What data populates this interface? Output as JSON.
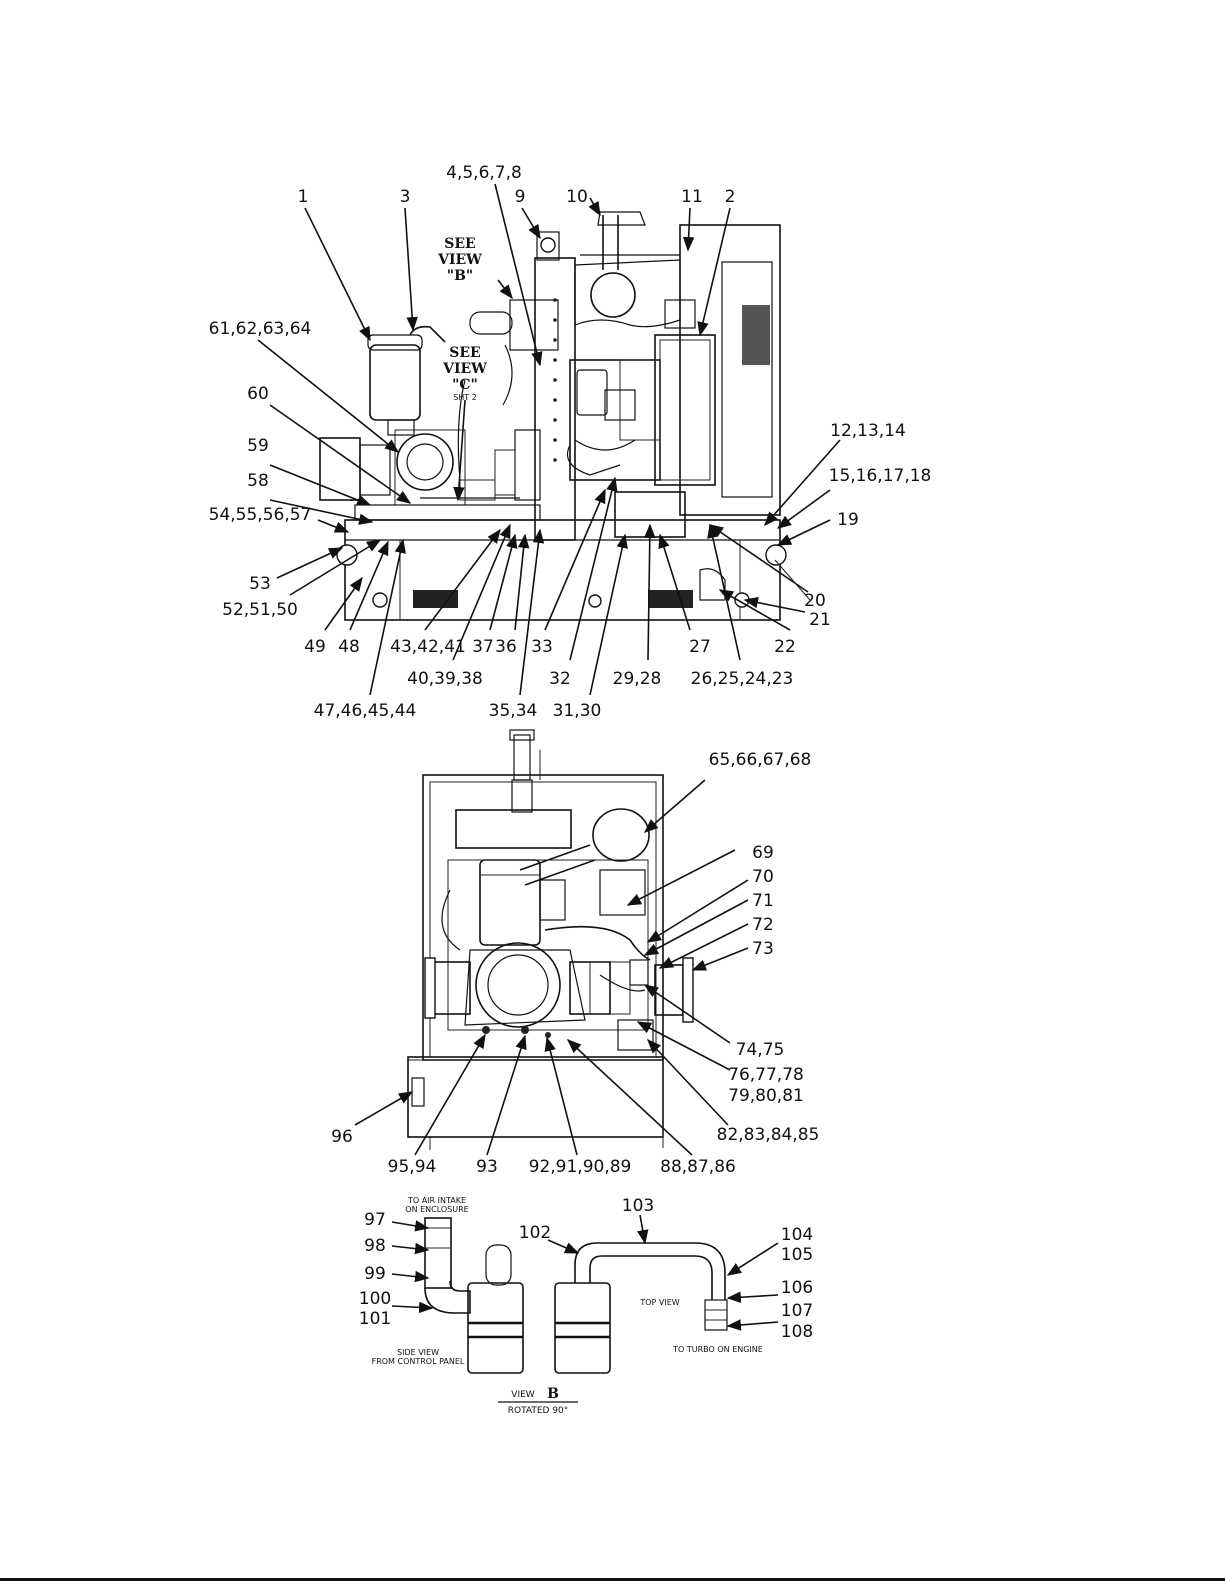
{
  "view_a": {
    "callouts": [
      "1",
      "3",
      "4,5,6,7,8",
      "9",
      "10",
      "11",
      "2",
      "61,62,63,64",
      "60",
      "59",
      "58",
      "54,55,56,57",
      "53",
      "52,51,50",
      "49",
      "48",
      "47,46,45,44",
      "43,42,41",
      "40,39,38",
      "37",
      "36",
      "35,34",
      "33",
      "32",
      "31,30",
      "29,28",
      "27",
      "26,25,24,23",
      "22",
      "21",
      "20",
      "19",
      "15,16,17,18",
      "12,13,14"
    ],
    "see_view_b": [
      "SEE",
      "VIEW",
      "\"B\""
    ],
    "see_view_c": [
      "SEE",
      "VIEW",
      "\"C\"",
      "SHT 2"
    ]
  },
  "view_front": {
    "callouts": [
      "65,66,67,68",
      "69",
      "70",
      "71",
      "72",
      "73",
      "74,75",
      "76,77,78",
      "79,80,81",
      "82,83,84,85",
      "88,87,86",
      "92,91,90,89",
      "93",
      "95,94",
      "96"
    ]
  },
  "view_b": {
    "callouts": [
      "97",
      "98",
      "99",
      "100",
      "101",
      "102",
      "103",
      "104",
      "105",
      "106",
      "107",
      "108"
    ],
    "air_intake_note": [
      "TO AIR INTAKE",
      "ON ENCLOSURE"
    ],
    "side_view_note": [
      "SIDE VIEW",
      "FROM CONTROL PANEL"
    ],
    "top_view_note": "TOP VIEW",
    "turbo_note": "TO TURBO ON ENGINE",
    "view_label": "VIEW",
    "view_letter": "B",
    "rotated_note": "ROTATED 90°"
  }
}
